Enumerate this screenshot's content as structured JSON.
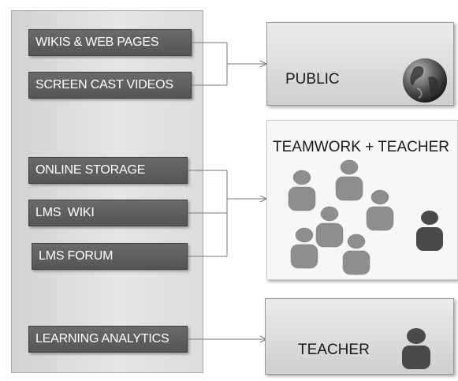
{
  "sources": {
    "wikis": "WIKIS & WEB PAGES",
    "screencast": "SCREEN CAST VIDEOS",
    "storage": "ONLINE STORAGE",
    "lms_wiki": "LMS  WIKI",
    "lms_forum": "LMS FORUM",
    "analytics": "LEARNING ANALYTICS"
  },
  "targets": {
    "public": "PUBLIC",
    "teamwork": "TEAMWORK + TEACHER",
    "teacher": "TEACHER"
  },
  "icons": {
    "public": "globe-icon",
    "teamwork_students": "person-icon",
    "teamwork_teacher": "person-icon",
    "teacher": "person-icon"
  },
  "colors": {
    "source_box": "#5f5f5f",
    "student": "#8e8e8e",
    "teacher": "#4a4a4a",
    "connector": "#7a7a7a"
  }
}
